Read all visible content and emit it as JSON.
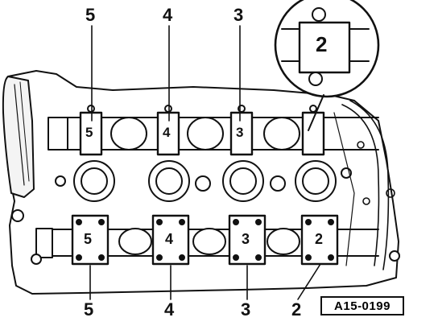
{
  "diagram": {
    "top_callouts": [
      "5",
      "4",
      "3"
    ],
    "bottom_callouts": [
      "5",
      "4",
      "3",
      "2"
    ],
    "detail_label": "2",
    "upper_cap_labels": [
      "5",
      "4",
      "3"
    ],
    "lower_cap_labels": [
      "5",
      "4",
      "3",
      "2"
    ],
    "reference_code": "A15-0199"
  },
  "colors": {
    "ink": "#111111",
    "paper": "#ffffff"
  }
}
